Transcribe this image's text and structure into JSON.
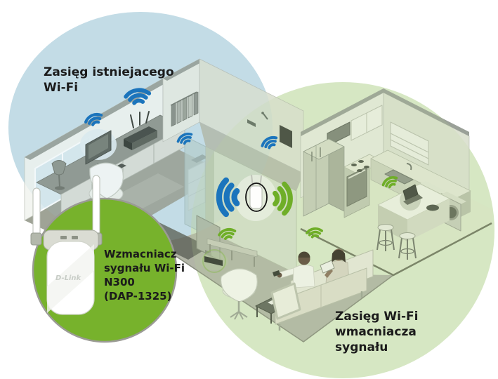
{
  "diagram": {
    "labels": {
      "existing_wifi_range": "Zasięg istniejacego\nWi-Fi",
      "extender_wifi_range": "Zasięg Wi-Fi\nwmacniacza\nsygnału",
      "callout_device": "Wzmacniacz\nsygnału Wi-Fi\nN300\n(DAP-1325)",
      "device_brand": "D-Link"
    },
    "colors": {
      "existing_range_fill": "#c9dfe8",
      "extender_range_fill": "#d7e7c5",
      "callout_circle_fill": "#77b22c",
      "wifi_signal_blue": "#1b74bc",
      "wifi_signal_green": "#6fae28"
    },
    "icons": {
      "wifi_signal": "wifi-arcs",
      "repeater_highlight": "black-circle-outline",
      "router": "antenna-box",
      "extender": "white-wall-plug-two-antennas"
    }
  }
}
